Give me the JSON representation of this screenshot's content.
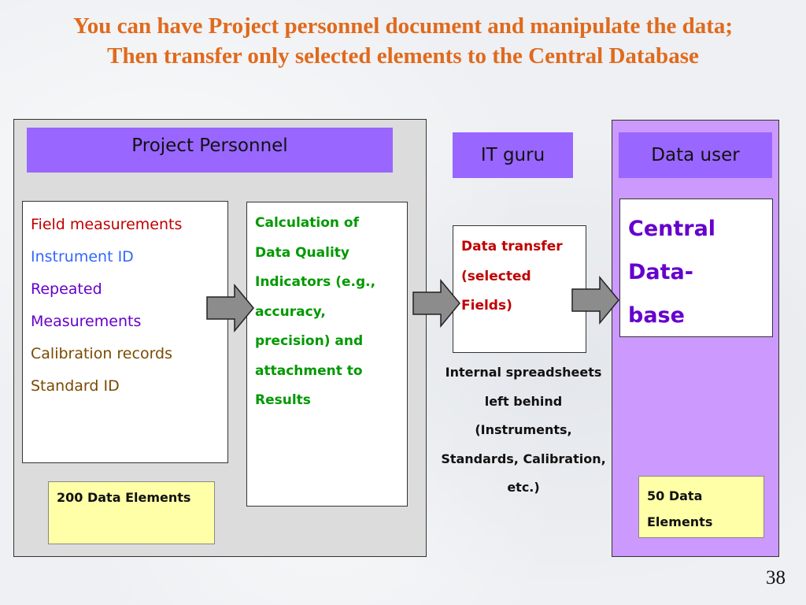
{
  "title": {
    "line1": "You can have Project personnel document and manipulate the data;",
    "line2": "Then transfer only selected elements to the Central Database"
  },
  "headers": {
    "project_personnel": "Project Personnel",
    "it_guru": "IT guru",
    "data_user": "Data user"
  },
  "field_box": {
    "lines": [
      {
        "text": "Field measurements",
        "color": "#c00000"
      },
      {
        "text": "Instrument ID",
        "color": "#3366ff"
      },
      {
        "text": "Repeated",
        "color": "#6600cc"
      },
      {
        "text": "Measurements",
        "color": "#6600cc"
      },
      {
        "text": "Calibration records",
        "color": "#7a4a00"
      },
      {
        "text": "Standard ID",
        "color": "#7a4a00"
      }
    ]
  },
  "calc_box": {
    "lines": [
      "Calculation of",
      "Data Quality",
      "Indicators (e.g.,",
      "accuracy,",
      "precision) and",
      "attachment to",
      "Results"
    ]
  },
  "transfer_box": {
    "lines": [
      "Data transfer",
      "(selected",
      "Fields)"
    ]
  },
  "central_db": {
    "lines": [
      "Central",
      "Data-",
      "base"
    ]
  },
  "note": {
    "lines": [
      "Internal  spreadsheets",
      "left behind",
      "(Instruments,",
      "Standards, Calibration,",
      "etc.)"
    ]
  },
  "counts": {
    "left": "200 Data Elements",
    "right_line1": "50 Data",
    "right_line2": "Elements"
  },
  "page_number": "38",
  "colors": {
    "title": "#e06a1c",
    "header_fill": "#9966ff",
    "right_panel": "#cc99ff",
    "left_panel": "#dcdcdc",
    "yellow_box": "#ffffa8",
    "arrow_fill": "#8c8c8c"
  }
}
